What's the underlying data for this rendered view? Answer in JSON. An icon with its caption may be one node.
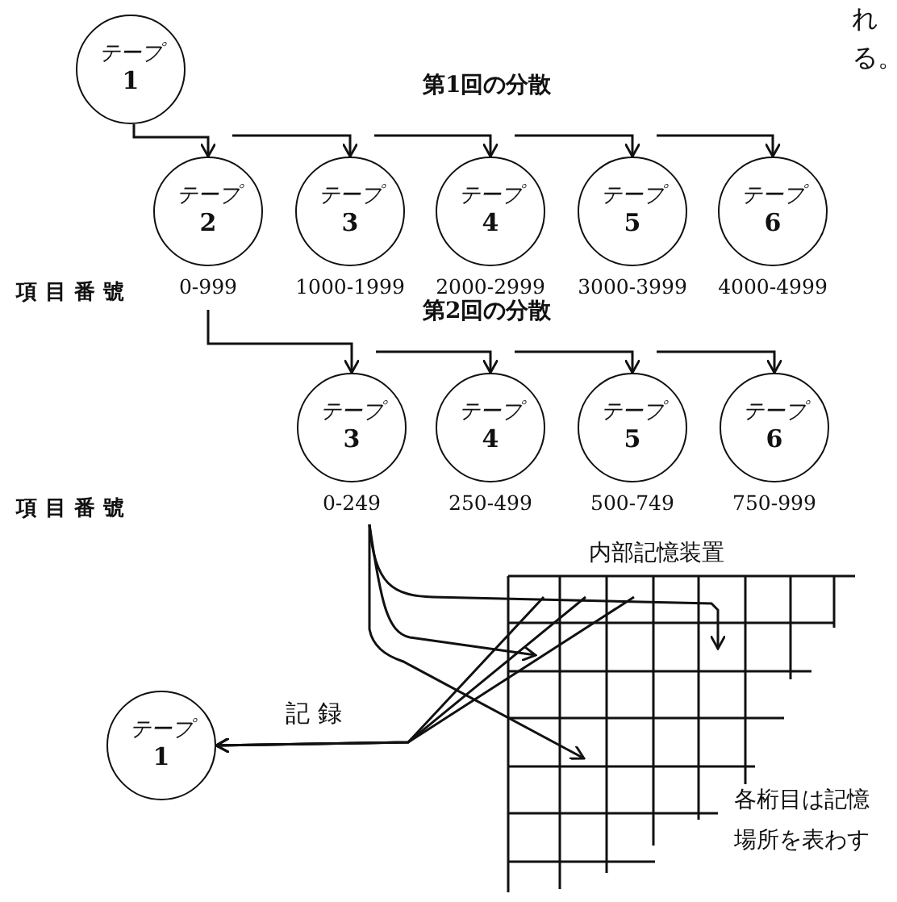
{
  "diagram": {
    "nodes": [
      {
        "text": [
          "テープ",
          "1"
        ]
      },
      {
        "text": [
          "テープ",
          "2"
        ],
        "beside": [
          "0-999"
        ]
      },
      {
        "text": [
          "テープ",
          "3"
        ],
        "beside": [
          "1000-1999"
        ]
      },
      {
        "text": [
          "テープ",
          "4"
        ],
        "beside": [
          "2000-2999"
        ]
      },
      {
        "text": [
          "テープ",
          "5"
        ],
        "beside": [
          "3000-3999"
        ]
      },
      {
        "text": [
          "テープ",
          "6"
        ],
        "beside": [
          "4000-4999"
        ]
      },
      {
        "text": [
          "テープ",
          "3"
        ],
        "beside": [
          "0-249"
        ]
      },
      {
        "text": [
          "テープ",
          "4"
        ],
        "beside": [
          "250-499"
        ]
      },
      {
        "text": [
          "テープ",
          "5"
        ],
        "beside": [
          "500-749"
        ]
      },
      {
        "text": [
          "テープ",
          "6"
        ],
        "beside": [
          "750-999"
        ]
      },
      {
        "text": [
          "内部記憶装置"
        ]
      },
      {
        "text": [
          "テープ",
          "1"
        ]
      }
    ],
    "edges": [
      {
        "from": 0,
        "to": 1,
        "arrow": "to"
      },
      {
        "from": 1,
        "to": 2,
        "arrow": "to"
      },
      {
        "from": 2,
        "to": 3,
        "arrow": "to"
      },
      {
        "from": 3,
        "to": 4,
        "arrow": "to"
      },
      {
        "from": 4,
        "to": 5,
        "arrow": "to"
      },
      {
        "from": 1,
        "to": 6,
        "arrow": "to"
      },
      {
        "from": 6,
        "to": 7,
        "arrow": "to"
      },
      {
        "from": 7,
        "to": 8,
        "arrow": "to"
      },
      {
        "from": 8,
        "to": 9,
        "arrow": "to"
      },
      {
        "from": 6,
        "to": 10,
        "arrow": "to"
      },
      {
        "from": 6,
        "to": 10,
        "arrow": "to"
      },
      {
        "from": 6,
        "to": 10,
        "arrow": "to"
      },
      {
        "from": 10,
        "to": 11,
        "arrow": "to",
        "label": "記 録"
      },
      {
        "from": 10,
        "to": 11,
        "arrow": "to"
      },
      {
        "from": 10,
        "to": 11,
        "arrow": "to"
      }
    ],
    "labels": [
      "れ",
      "る。",
      "第1回の分散",
      "項目番號",
      "第2回の分散",
      "項目番號",
      "各桁目は記憶",
      "場所を表わす"
    ]
  }
}
